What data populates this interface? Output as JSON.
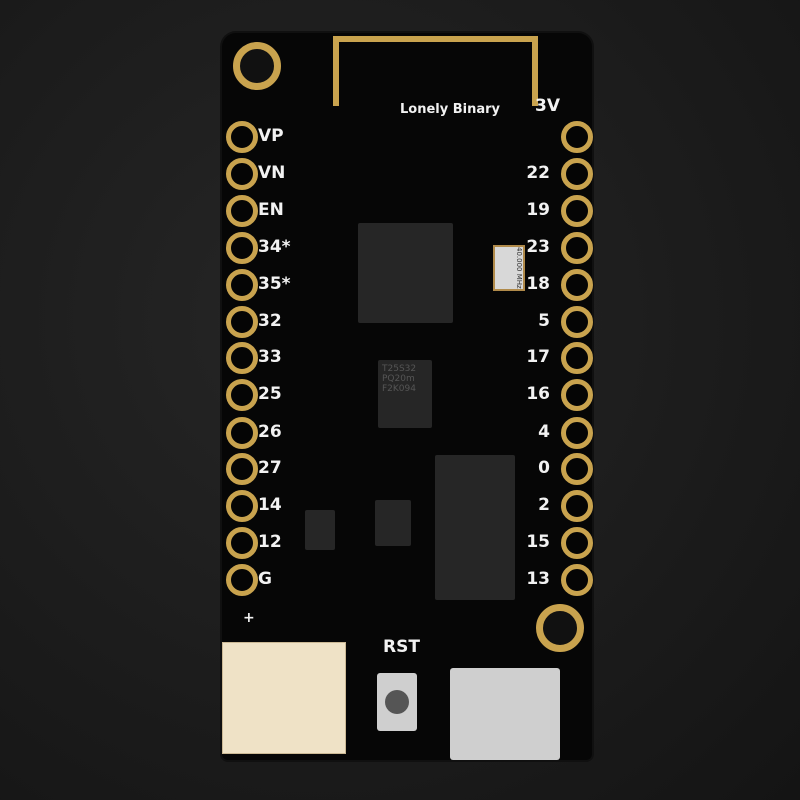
{
  "brand": "Lonely Binary",
  "left_pins": [
    "VP",
    "VN",
    "EN",
    "34*",
    "35*",
    "32",
    "33",
    "25",
    "26",
    "27",
    "14",
    "12",
    "G"
  ],
  "right_pins": [
    "3V",
    "22",
    "19",
    "23",
    "18",
    "5",
    "17",
    "16",
    "4",
    "0",
    "2",
    "15",
    "13"
  ],
  "reset_label": "RST",
  "battery_plus": "+",
  "crystal_text": "40.000 MHz",
  "flash_text": "T25S32 PQ20m F2K094",
  "colors": {
    "board": "#060606",
    "gold": "#c9a34e",
    "connector": "#efe2c6"
  }
}
